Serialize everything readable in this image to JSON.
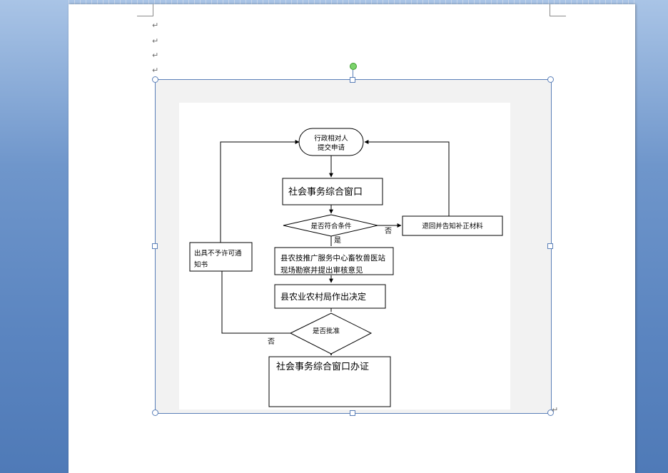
{
  "paragraph_mark": "↵",
  "flowchart": {
    "start_node": [
      "行政相对人",
      "提交申请"
    ],
    "window_node": "社会事务综合窗口",
    "condition_node": "是否符合条件",
    "condition_no": "否",
    "condition_yes": "是",
    "return_node": "退回并告知补正材料",
    "station_node": [
      "县农技推广服务中心畜牧兽医站",
      "现场勘察并提出审核意见"
    ],
    "bureau_node": "县农业农村局作出决定",
    "approve_node": "是否批准",
    "approve_no": "否",
    "reject_node": [
      "出具不予许可通",
      "知书"
    ],
    "certificate_node": "社会事务综合窗口办证"
  },
  "colors": {
    "selection": "#5a7fb8",
    "rotate_handle": "#7bd36b"
  }
}
